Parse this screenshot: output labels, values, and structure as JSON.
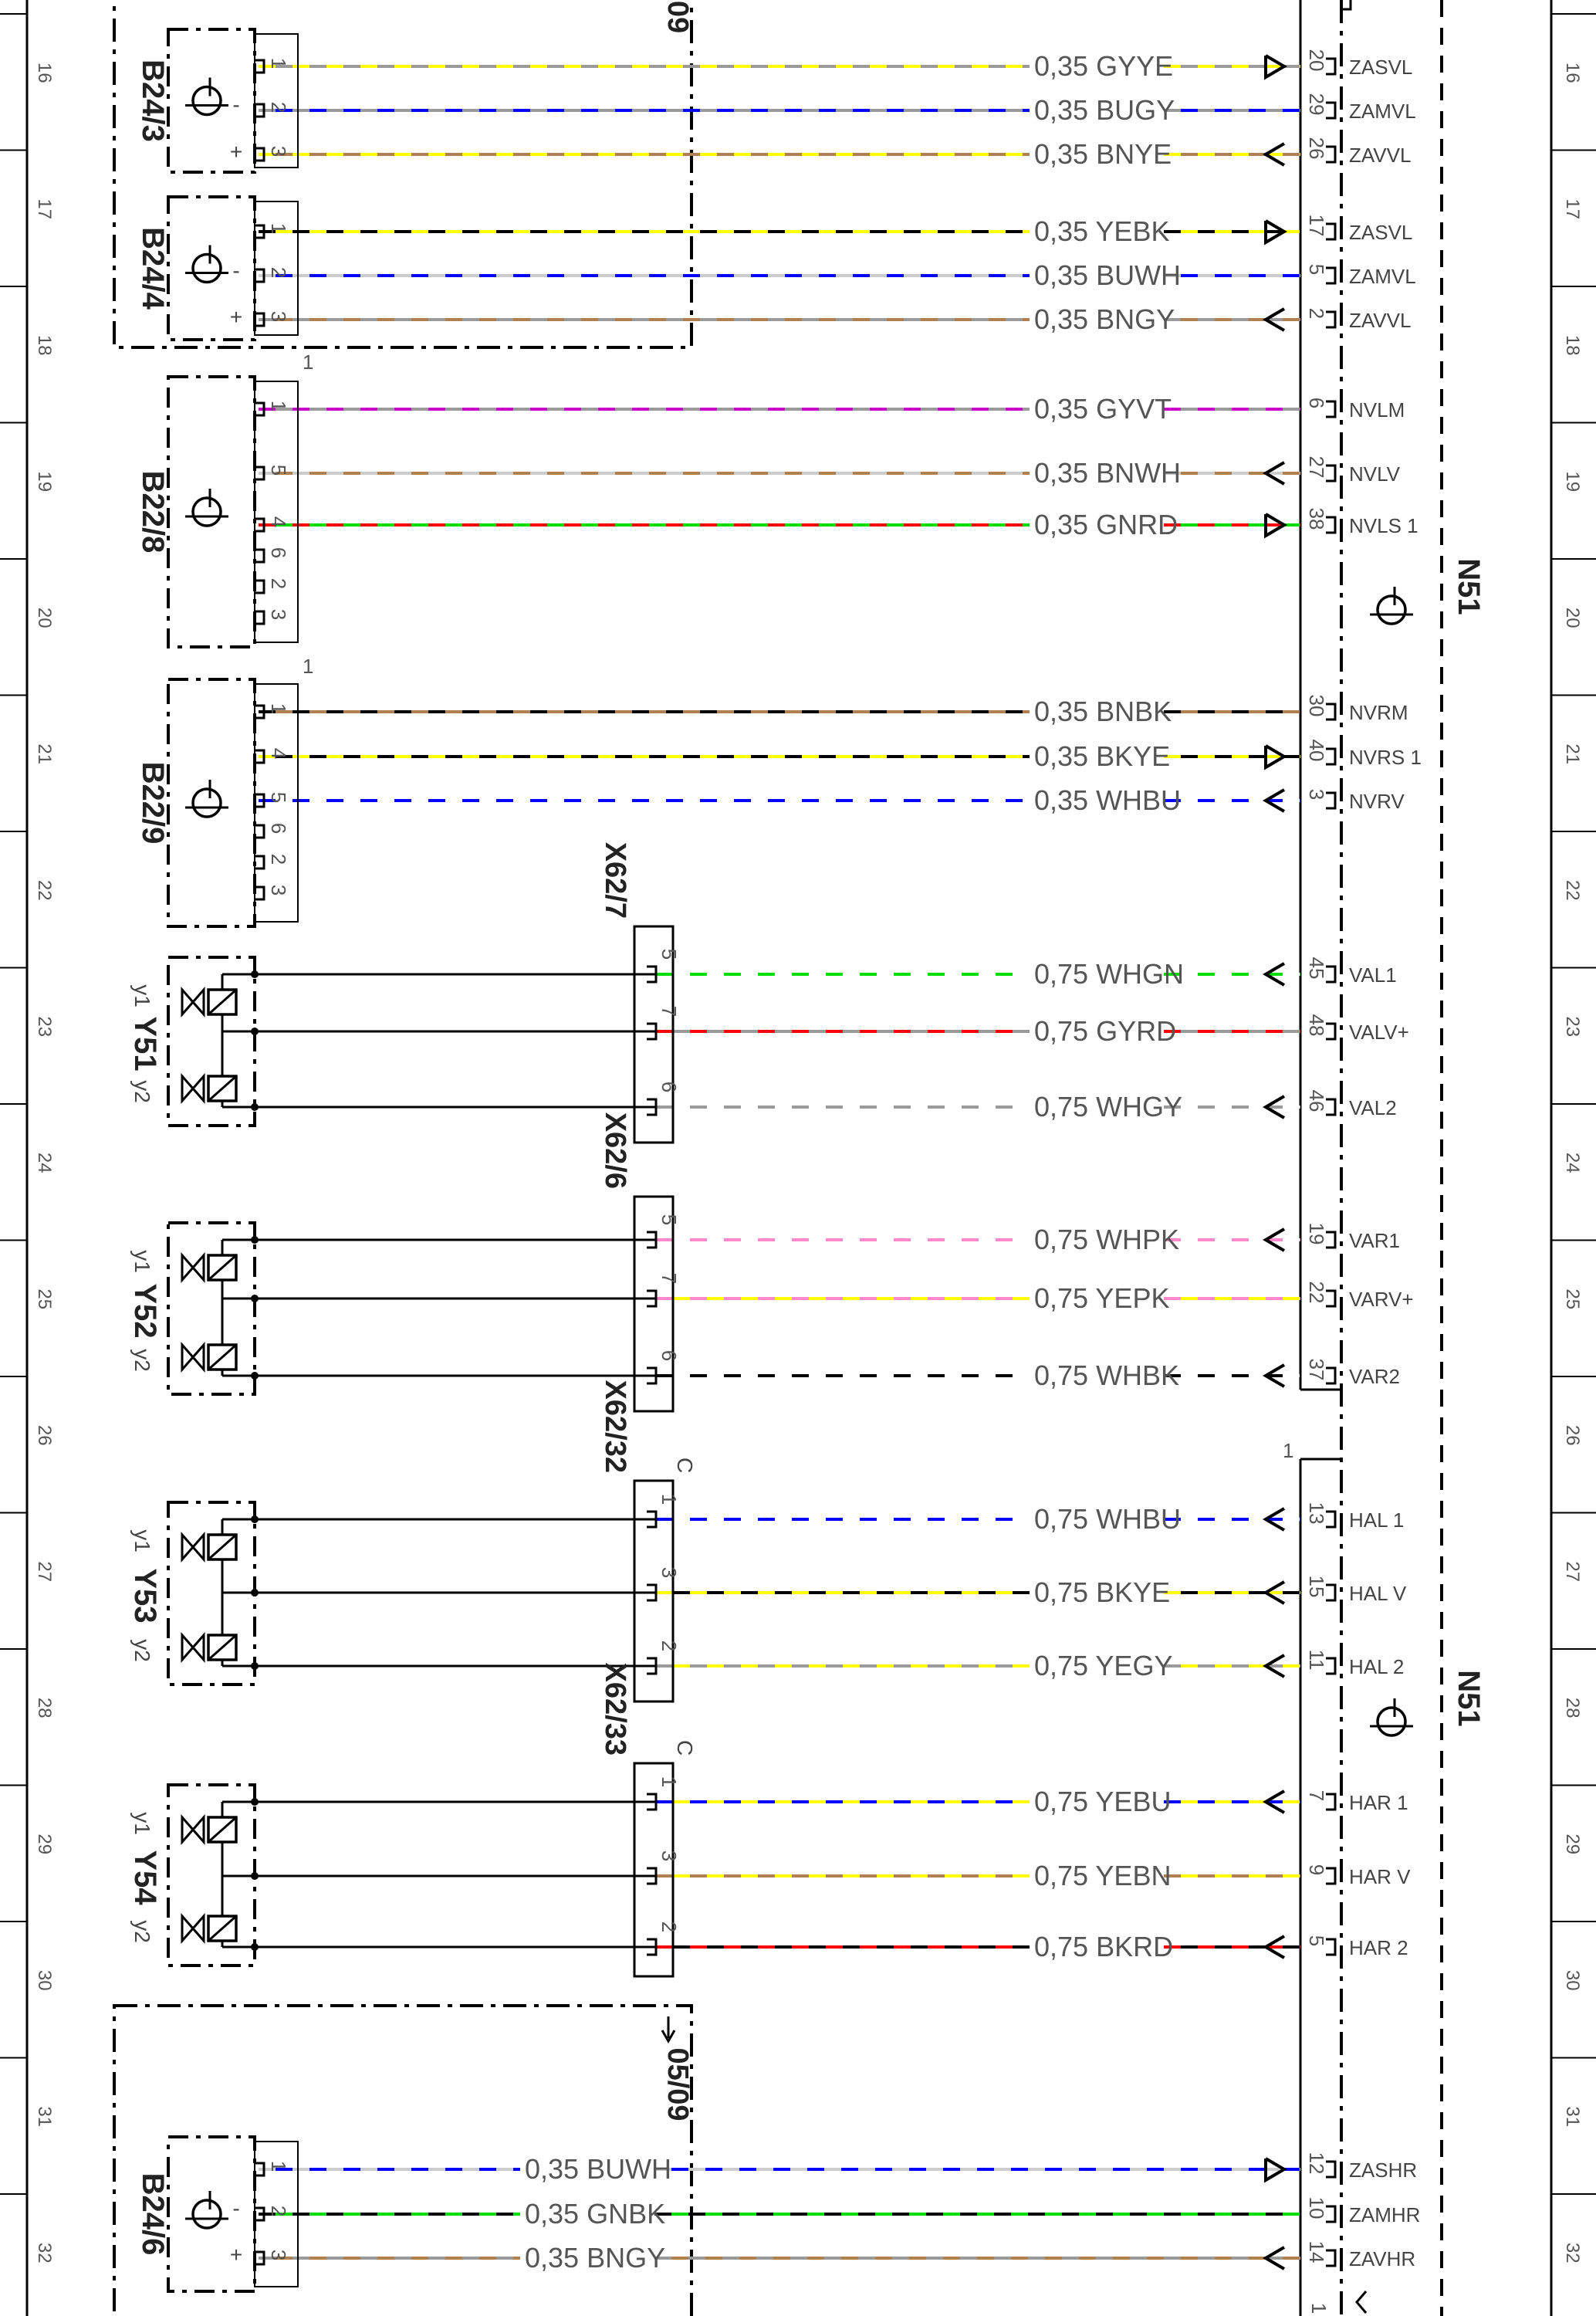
{
  "grid_rows": [
    "16",
    "17",
    "18",
    "19",
    "20",
    "21",
    "22",
    "23",
    "24",
    "25",
    "26",
    "27",
    "28",
    "29",
    "30",
    "31",
    "32"
  ],
  "module": {
    "name": "N51",
    "name2": "N51"
  },
  "sheet_refs": {
    "top": "09",
    "bottom": "05/09"
  },
  "components": {
    "b24_3": {
      "label": "B24/3",
      "pins": [
        "1",
        "2",
        "3"
      ],
      "signs": [
        "-",
        "+"
      ]
    },
    "b24_4": {
      "label": "B24/4",
      "pins": [
        "1",
        "2",
        "3"
      ],
      "signs": [
        "-",
        "+"
      ]
    },
    "b22_8": {
      "label": "B22/8",
      "pins": [
        "1",
        "5",
        "4",
        "6",
        "2",
        "3"
      ],
      "ref": "1"
    },
    "b22_9": {
      "label": "B22/9",
      "pins": [
        "1",
        "4",
        "5",
        "6",
        "2",
        "3"
      ],
      "ref": "1"
    },
    "y51": {
      "label": "Y51",
      "y1": "y1",
      "y2": "y2"
    },
    "y52": {
      "label": "Y52",
      "y1": "y1",
      "y2": "y2"
    },
    "y53": {
      "label": "Y53",
      "y1": "y1",
      "y2": "y2"
    },
    "y54": {
      "label": "Y54",
      "y1": "y1",
      "y2": "y2"
    },
    "b24_6": {
      "label": "B24/6",
      "pins": [
        "1",
        "2",
        "3"
      ],
      "signs": [
        "-",
        "+"
      ]
    }
  },
  "connectors": {
    "x62_7": {
      "label": "X62/7",
      "pins": [
        "5",
        "7",
        "6"
      ]
    },
    "x62_6": {
      "label": "X62/6",
      "pins": [
        "5",
        "7",
        "6"
      ]
    },
    "x62_32": {
      "label": "X62/32",
      "pins": [
        "1",
        "3",
        "2"
      ],
      "code": "C"
    },
    "x62_33": {
      "label": "X62/33",
      "pins": [
        "1",
        "3",
        "2"
      ],
      "code": "C"
    }
  },
  "wires": [
    {
      "label": "0,35 GYYE",
      "pin": "20",
      "signal": "ZASVL"
    },
    {
      "label": "0,35 BUGY",
      "pin": "29",
      "signal": "ZAMVL"
    },
    {
      "label": "0,35 BNYE",
      "pin": "26",
      "signal": "ZAVVL"
    },
    {
      "label": "0,35 YEBK",
      "pin": "17",
      "signal": "ZASVL"
    },
    {
      "label": "0,35 BUWH",
      "pin": "5",
      "signal": "ZAMVL"
    },
    {
      "label": "0,35 BNGY",
      "pin": "2",
      "signal": "ZAVVL"
    },
    {
      "label": "0,35 GYVT",
      "pin": "6",
      "signal": "NVLM"
    },
    {
      "label": "0,35 BNWH",
      "pin": "27",
      "signal": "NVLV"
    },
    {
      "label": "0,35 GNRD",
      "pin": "38",
      "signal": "NVLS 1"
    },
    {
      "label": "0,35 BNBK",
      "pin": "30",
      "signal": "NVRM"
    },
    {
      "label": "0,35 BKYE",
      "pin": "40",
      "signal": "NVRS 1"
    },
    {
      "label": "0,35 WHBU",
      "pin": "3",
      "signal": "NVRV"
    },
    {
      "label": "0,75 WHGN",
      "pin": "45",
      "signal": "VAL1"
    },
    {
      "label": "0,75 GYRD",
      "pin": "48",
      "signal": "VALV+"
    },
    {
      "label": "0,75 WHGY",
      "pin": "46",
      "signal": "VAL2"
    },
    {
      "label": "0,75 WHPK",
      "pin": "19",
      "signal": "VAR1"
    },
    {
      "label": "0,75 YEPK",
      "pin": "22",
      "signal": "VARV+"
    },
    {
      "label": "0,75 WHBK",
      "pin": "37",
      "signal": "VAR2"
    },
    {
      "label": "0,75 WHBU",
      "pin": "13",
      "signal": "HAL 1"
    },
    {
      "label": "0,75 BKYE",
      "pin": "15",
      "signal": "HAL V"
    },
    {
      "label": "0,75 YEGY",
      "pin": "11",
      "signal": "HAL 2"
    },
    {
      "label": "0,75 YEBU",
      "pin": "7",
      "signal": "HAR 1"
    },
    {
      "label": "0,75 YEBN",
      "pin": "9",
      "signal": "HAR V"
    },
    {
      "label": "0,75 BKRD",
      "pin": "5",
      "signal": "HAR 2"
    },
    {
      "label": "0,35 BUWH",
      "pin": "12",
      "signal": "ZASHR"
    },
    {
      "label": "0,35 GNBK",
      "pin": "10",
      "signal": "ZAMHR"
    },
    {
      "label": "0,35 BNGY",
      "pin": "14",
      "signal": "ZAVHR"
    }
  ],
  "module_refs": {
    "lower_block": "1",
    "bottom": "1"
  },
  "colors": {
    "GY": "#9a9a9a",
    "YE": "#ffff00",
    "BU": "#0000ff",
    "BN": "#b08050",
    "BK": "#000000",
    "WH": "#ffffff",
    "VT": "#cc00cc",
    "GN": "#00dd00",
    "RD": "#ff0000",
    "PK": "#ff88cc"
  }
}
